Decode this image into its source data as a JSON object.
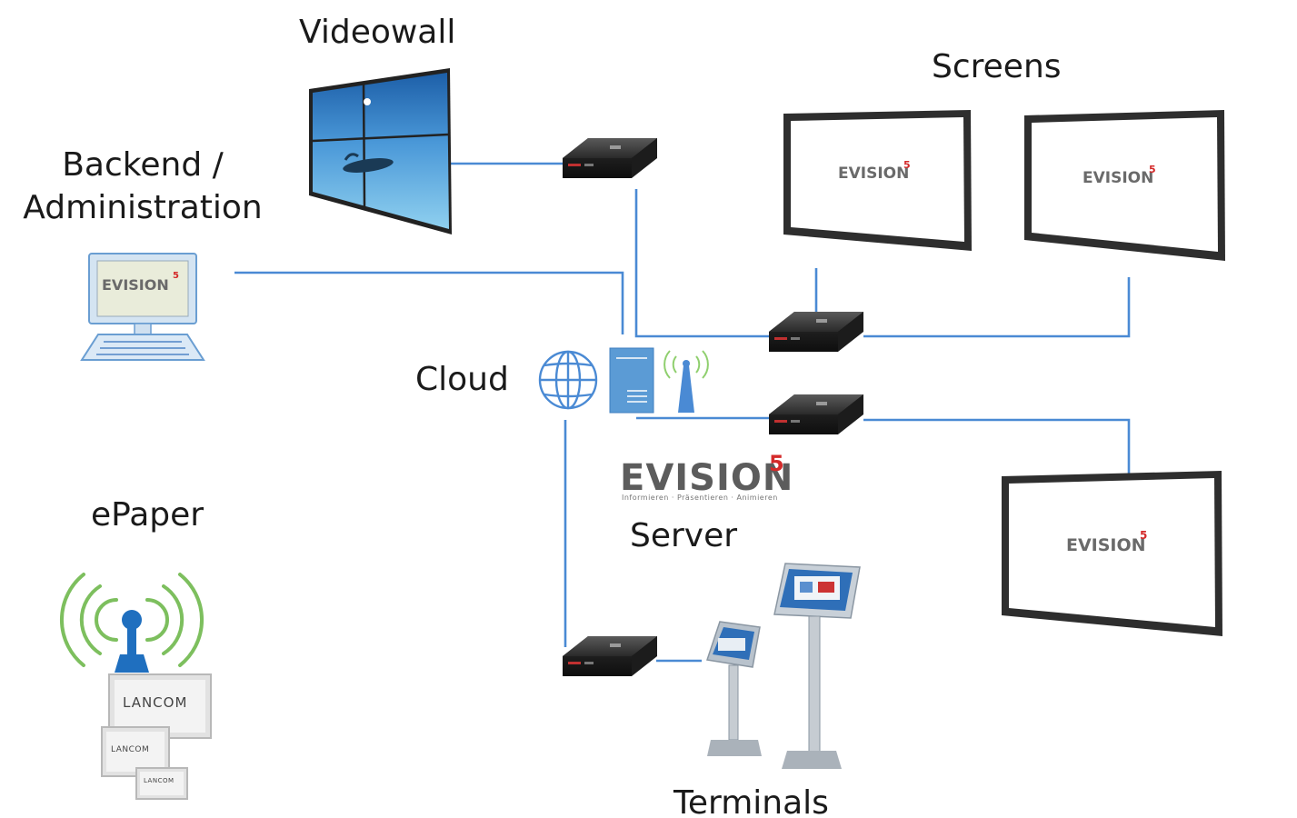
{
  "labels": {
    "videowall": "Videowall",
    "screens": "Screens",
    "backend_line1": "Backend /",
    "backend_line2": "Administration",
    "cloud": "Cloud",
    "server": "Server",
    "epaper": "ePaper",
    "terminals": "Terminals"
  },
  "brand": {
    "name": "EVISION",
    "superscript": "5",
    "tagline": "Informieren · Präsentieren · Animieren"
  },
  "device_brands": {
    "epaper": "LANCOM"
  },
  "colors": {
    "connector": "#4a8ad4",
    "player_box": "#2b2b2b",
    "screen_bezel": "#2e2e2e",
    "server_blue": "#5b9bd5",
    "wifi_green": "#7dbf5e",
    "brand_red": "#d42a2a"
  },
  "icons": [
    "globe-icon",
    "server-icon",
    "antenna-icon",
    "wifi-antenna-icon",
    "media-player-icon",
    "laptop-icon",
    "kiosk-icon"
  ]
}
